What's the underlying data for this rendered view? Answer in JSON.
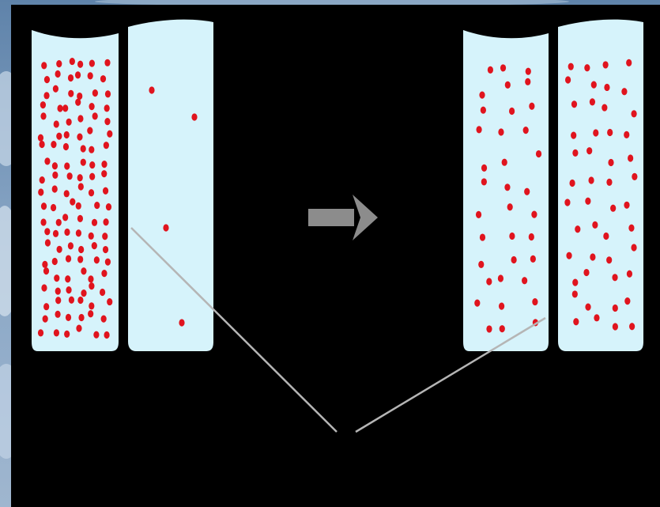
{
  "colors": {
    "background": "#000000",
    "frame_sky": "#6d8fb4",
    "frame_cloud": "#b8cde3",
    "container_fill": "#d6f3fb",
    "particle": "#e0141e",
    "membrane_pore": "#000000",
    "arrow": "#8c8c8c",
    "pointer_line": "#b5b5b5"
  },
  "icons": {
    "transition_arrow": "right-arrow-icon"
  },
  "diagram": {
    "before": {
      "left_compartment_particles": "dense",
      "right_compartment_particles": "sparse"
    },
    "after": {
      "left_compartment_particles": "even",
      "right_compartment_particles": "even"
    }
  }
}
